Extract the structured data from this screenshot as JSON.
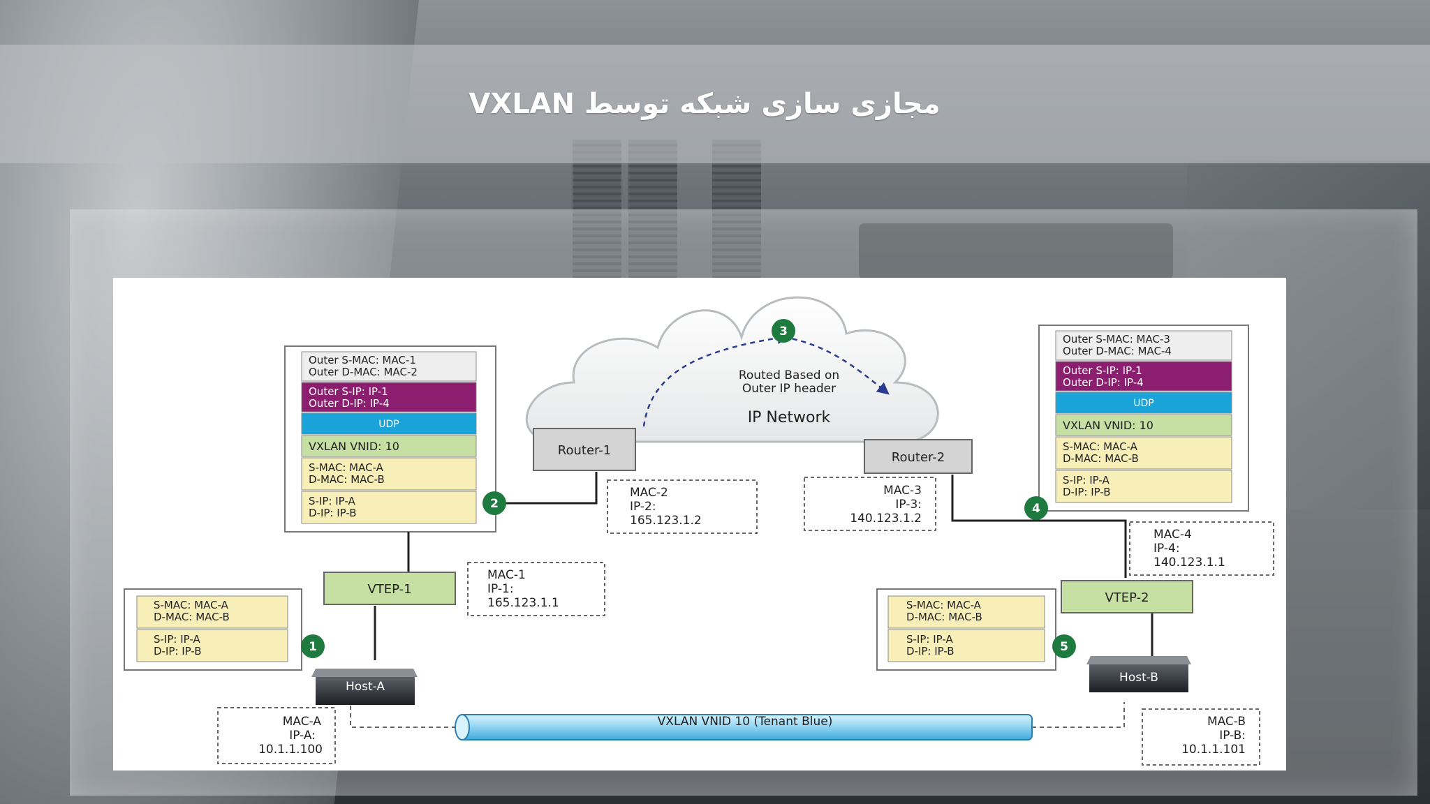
{
  "slide": {
    "title": "مجازی سازی  شبکه توسط VXLAN"
  },
  "diagram": {
    "cloud": {
      "label": "IP Network",
      "routed_text_1": "Routed Based on",
      "routed_text_2": "Outer IP header",
      "step": "3"
    },
    "router1": {
      "label": "Router-1"
    },
    "router2": {
      "label": "Router-2"
    },
    "vtep1": {
      "label": "VTEP-1"
    },
    "vtep2": {
      "label": "VTEP-2"
    },
    "hostA": {
      "label": "Host-A"
    },
    "hostB": {
      "label": "Host-B"
    },
    "tunnel": {
      "label": "VXLAN VNID 10 (Tenant Blue)"
    },
    "steps": {
      "s1": "1",
      "s2": "2",
      "s4": "4",
      "s5": "5"
    },
    "packet_left": {
      "outer_mac_1": "Outer S-MAC: MAC-1",
      "outer_mac_2": "Outer D-MAC: MAC-2",
      "outer_ip_1": "Outer S-IP: IP-1",
      "outer_ip_2": "Outer D-IP: IP-4",
      "udp": "UDP",
      "vnid": "VXLAN VNID: 10",
      "mac_1": "S-MAC: MAC-A",
      "mac_2": "D-MAC: MAC-B",
      "ip_1": "S-IP: IP-A",
      "ip_2": "D-IP: IP-B"
    },
    "packet_right": {
      "outer_mac_1": "Outer S-MAC: MAC-3",
      "outer_mac_2": "Outer D-MAC: MAC-4",
      "outer_ip_1": "Outer S-IP: IP-1",
      "outer_ip_2": "Outer D-IP: IP-4",
      "udp": "UDP",
      "vnid": "VXLAN VNID: 10",
      "mac_1": "S-MAC: MAC-A",
      "mac_2": "D-MAC: MAC-B",
      "ip_1": "S-IP: IP-A",
      "ip_2": "D-IP: IP-B"
    },
    "frame_hostA": {
      "mac_1": "S-MAC: MAC-A",
      "mac_2": "D-MAC: MAC-B",
      "ip_1": "S-IP: IP-A",
      "ip_2": "D-IP: IP-B"
    },
    "frame_hostB": {
      "mac_1": "S-MAC: MAC-A",
      "mac_2": "D-MAC: MAC-B",
      "ip_1": "S-IP: IP-A",
      "ip_2": "D-IP: IP-B"
    },
    "addr_router1": {
      "l1": "MAC-2",
      "l2": "IP-2:",
      "l3": "165.123.1.2"
    },
    "addr_router2": {
      "l1": "MAC-3",
      "l2": "IP-3:",
      "l3": "140.123.1.2"
    },
    "addr_vtep1": {
      "l1": "MAC-1",
      "l2": "IP-1:",
      "l3": "165.123.1.1"
    },
    "addr_vtep2": {
      "l1": "MAC-4",
      "l2": "IP-4:",
      "l3": "140.123.1.1"
    },
    "addr_hostA": {
      "l1": "MAC-A",
      "l2": "IP-A:",
      "l3": "10.1.1.100"
    },
    "addr_hostB": {
      "l1": "MAC-B",
      "l2": "IP-B:",
      "l3": "10.1.1.101"
    },
    "colors": {
      "outer_mac": "#eeeeee",
      "outer_ip": "#8b1e6f",
      "udp": "#1aa3d9",
      "vnid": "#c6e0a4",
      "inner": "#f8efb8",
      "vtep": "#c6e0a4",
      "router": "#d4d4d4",
      "step_badge": "#1e7a3e",
      "tunnel": "#9fdcf5"
    }
  }
}
